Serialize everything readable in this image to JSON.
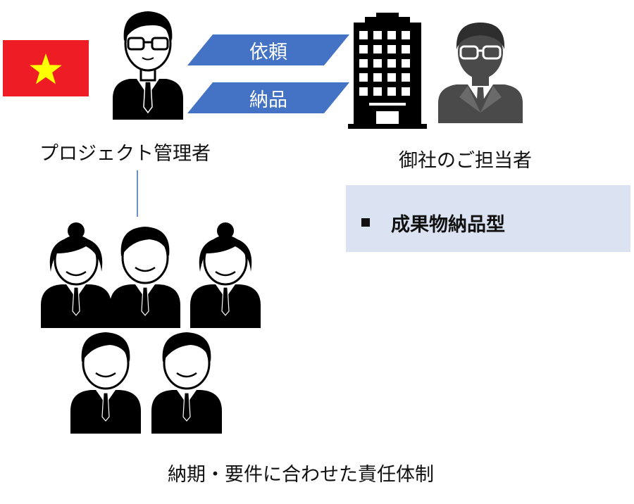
{
  "flag": {
    "country": "Vietnam",
    "colors": {
      "field": "#ee1c25",
      "star": "#ffff00"
    }
  },
  "arrows": {
    "request_label": "依頼",
    "delivery_label": "納品",
    "color": "#4472c4"
  },
  "people": {
    "project_manager_label": "プロジェクト管理者",
    "client_contact_label": "御社のご担当者"
  },
  "delivery_model": {
    "label": "成果物納品型"
  },
  "team": {
    "caption": "納期・要件に合わせた責任体制"
  },
  "icons": [
    "vietnam-flag",
    "manager-person-icon",
    "office-building-icon",
    "client-person-icon",
    "female-staff-icon",
    "male-staff-icon"
  ]
}
